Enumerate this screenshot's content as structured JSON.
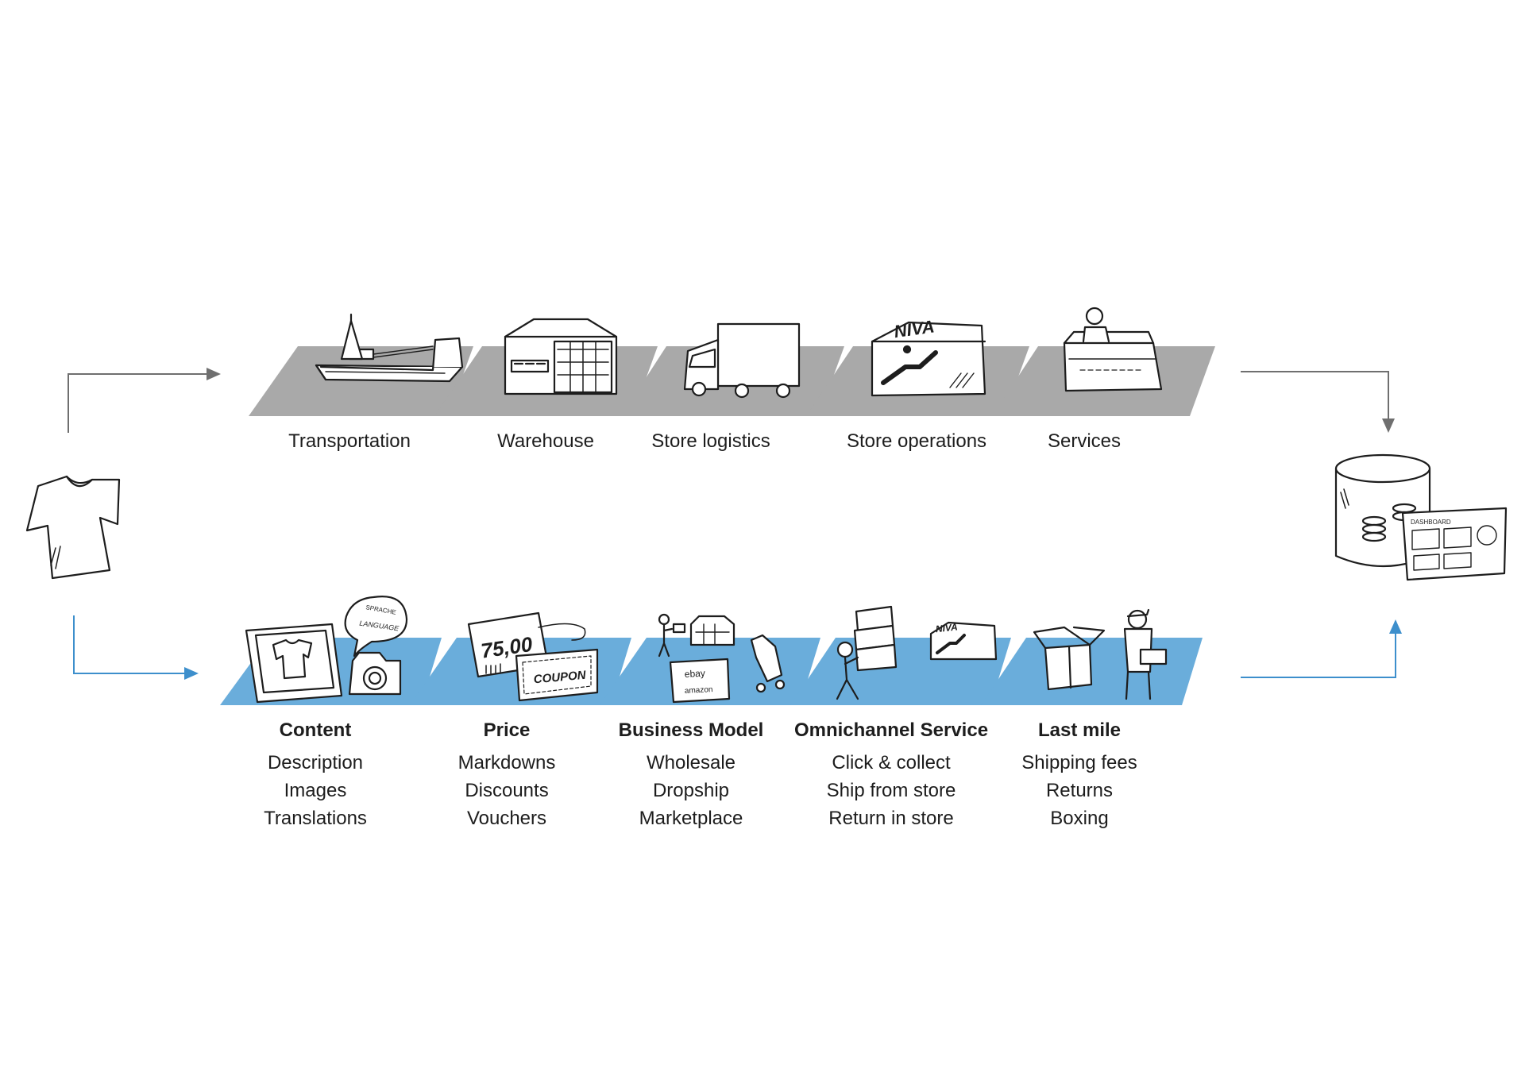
{
  "top_flow": {
    "steps": [
      {
        "label": "Transportation",
        "icon": "cargo-ship-icon"
      },
      {
        "label": "Warehouse",
        "icon": "warehouse-icon"
      },
      {
        "label": "Store logistics",
        "icon": "delivery-truck-icon"
      },
      {
        "label": "Store operations",
        "icon": "store-building-icon"
      },
      {
        "label": "Services",
        "icon": "shop-counter-icon"
      }
    ]
  },
  "bottom_flow": {
    "steps": [
      {
        "title": "Content",
        "items": [
          "Description",
          "Images",
          "Translations"
        ],
        "icon": "content-photo-icon"
      },
      {
        "title": "Price",
        "items": [
          "Markdowns",
          "Discounts",
          "Vouchers"
        ],
        "icon": "price-tag-icon"
      },
      {
        "title": "Business Model",
        "items": [
          "Wholesale",
          "Dropship",
          "Marketplace"
        ],
        "icon": "business-model-icon"
      },
      {
        "title": "Omnichannel Service",
        "items": [
          "Click & collect",
          "Ship from store",
          "Return in store"
        ],
        "icon": "omnichannel-icon"
      },
      {
        "title": "Last mile",
        "items": [
          "Shipping fees",
          "Returns",
          "Boxing"
        ],
        "icon": "delivery-person-icon"
      }
    ]
  },
  "icon_text": {
    "price": "75,00",
    "coupon": "COUPON",
    "ebay": "ebay",
    "amazon": "amazon",
    "store_sign": "NIVA",
    "speech_1": "SPRACHE",
    "speech_2": "LANGUAGE",
    "dashboard": "DASHBOARD"
  },
  "start_icon": "t-shirt-icon",
  "end_icon": "database-dashboard-icon",
  "colors": {
    "top_band": "#a9a9a9",
    "bottom_band": "#6aaddb",
    "top_arrow": "#6f6f6f",
    "bottom_arrow": "#3d8fcc",
    "ink": "#1d1d1d"
  }
}
